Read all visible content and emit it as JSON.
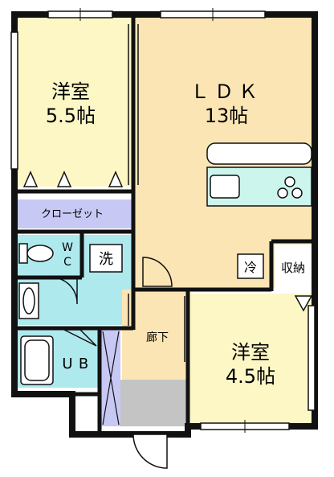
{
  "rooms": {
    "western_a": {
      "name": "洋室",
      "size": "5.5帖"
    },
    "ldk": {
      "name": "ＬＤＫ",
      "size": "13帖"
    },
    "western_b": {
      "name": "洋室",
      "size": "4.5帖"
    }
  },
  "labels": {
    "closet": "クローゼット",
    "wc_w": "W",
    "wc_c": "C",
    "washer": "洗",
    "fridge": "冷",
    "storage": "収納",
    "hallway": "廊下",
    "bath_u": "U",
    "bath_b": "B"
  },
  "colors": {
    "wall": "#111111",
    "western_room": "#fdf7c6",
    "ldk": "#fbe5b4",
    "closet": "#c8c8f5",
    "water_area": "#aee9ee",
    "hallway": "#fbe5b4",
    "entrance": "#c4c4c4",
    "kitchen": "#ccf5ee"
  }
}
